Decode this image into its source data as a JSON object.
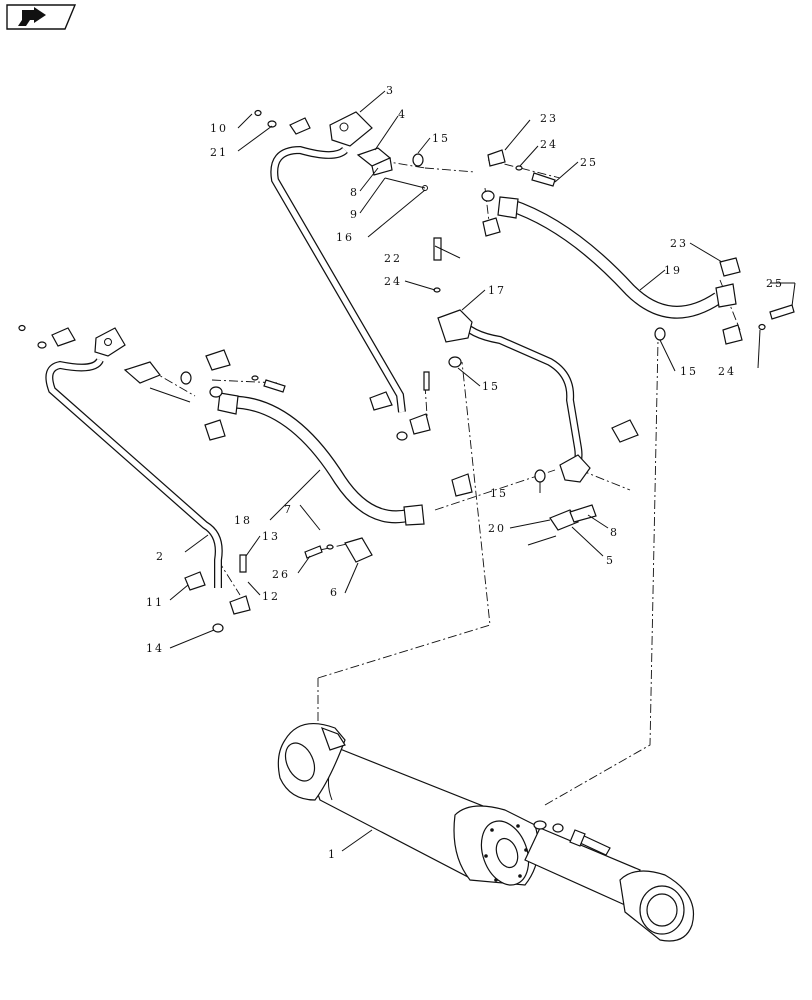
{
  "callouts": {
    "c1": "1",
    "c2": "2",
    "c3": "3",
    "c4": "4",
    "c5": "5",
    "c6": "6",
    "c7": "7",
    "c8a": "8",
    "c8b": "8",
    "c9": "9",
    "c10": "10",
    "c11": "11",
    "c12": "12",
    "c13": "13",
    "c14": "14",
    "c15a": "15",
    "c15b": "15",
    "c15c": "15",
    "c15d": "15",
    "c16": "16",
    "c17": "17",
    "c18": "18",
    "c19": "19",
    "c20": "20",
    "c21": "21",
    "c22": "22",
    "c23a": "23",
    "c23b": "23",
    "c24a": "24",
    "c24b": "24",
    "c24c": "24",
    "c25a": "25",
    "c25b": "25",
    "c26": "26"
  },
  "icons": {
    "nav": "next-page-arrow-icon"
  }
}
